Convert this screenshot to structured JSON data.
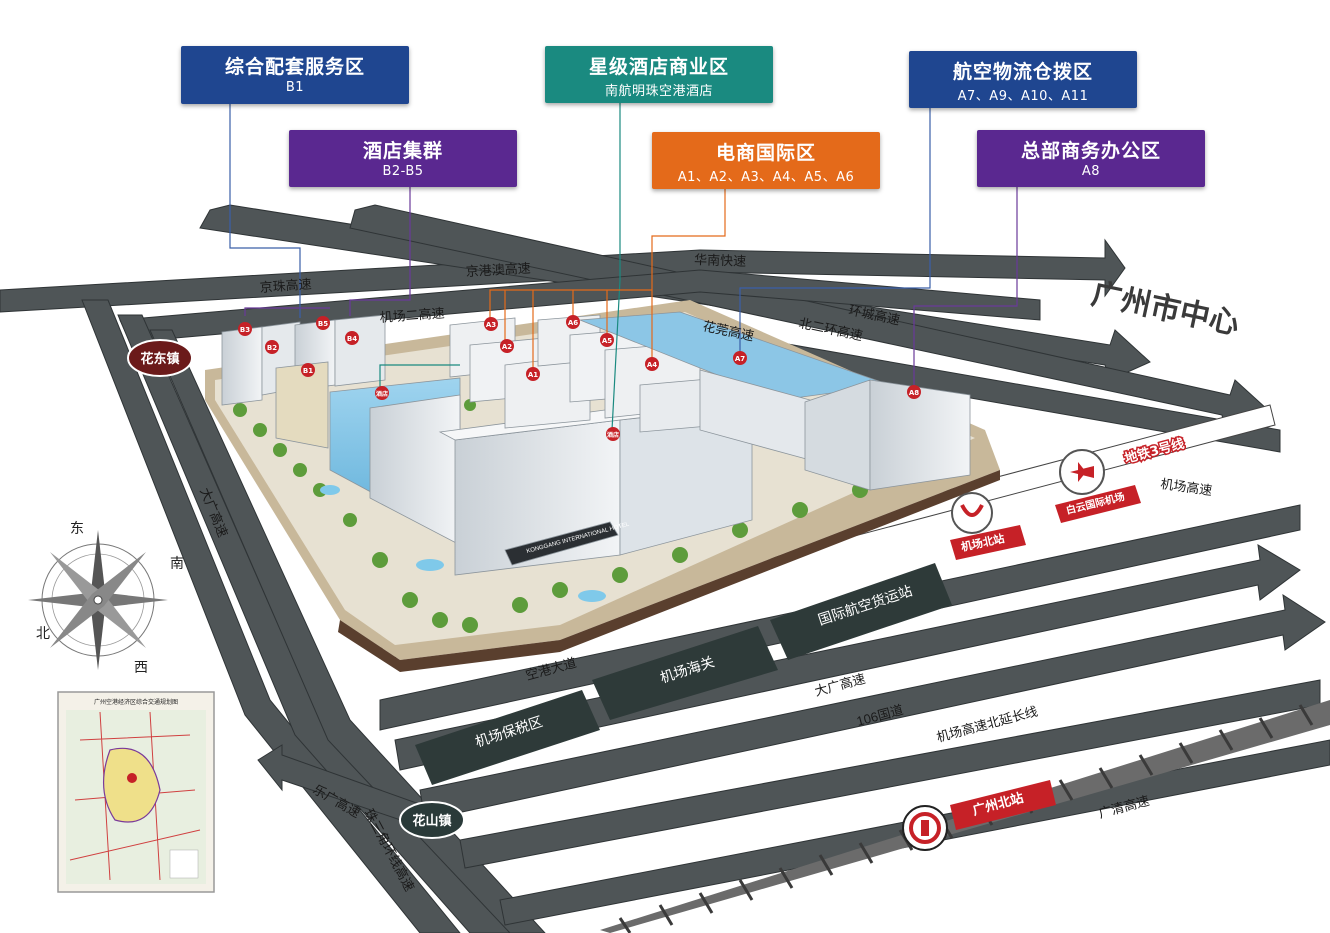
{
  "colors": {
    "road": "#4d5355",
    "road_edge": "#2f3436",
    "block": "#2e3a39",
    "blue_box": "#1f4690",
    "teal_box": "#1a8a80",
    "purple_box": "#5a2890",
    "orange_box": "#e46a1a",
    "marker_red": "#c62127",
    "town_badge": "#6b1a1a"
  },
  "zones": {
    "service": {
      "title": "综合配套服务区",
      "sub": "B1"
    },
    "star_hotel": {
      "title": "星级酒店商业区",
      "sub": "南航明珠空港酒店"
    },
    "logistics": {
      "title": "航空物流仓拨区",
      "sub": "A7、A9、A10、A11"
    },
    "hotel_group": {
      "title": "酒店集群",
      "sub": "B2-B5"
    },
    "ecommerce": {
      "title": "电商国际区",
      "sub": "A1、A2、A3、A4、A5、A6"
    },
    "hq_office": {
      "title": "总部商务办公区",
      "sub": "A8"
    }
  },
  "roads": {
    "jinggangao": "京港澳高速",
    "huanan": "华南快速",
    "jingzhu": "京珠高速",
    "jichang2": "机场二高速",
    "huancheng": "环城高速",
    "huaguan": "花莞高速",
    "beierhuan": "北二环高速",
    "metro3": "地铁3号线",
    "jichang": "机场高速",
    "dagunag_left": "大广高速",
    "konggang": "空港大道",
    "daguang": "大广高速",
    "g106": "106国道",
    "jichang_north": "机场高速北延长线",
    "leguang": "乐广高速",
    "zhusanjiao": "珠三角环线高速",
    "guangqing": "广清高速"
  },
  "places": {
    "city_center": "广州市中心",
    "huadong": "花东镇",
    "huashan": "花山镇",
    "airport_north": "机场北站",
    "baiyun": "白云国际机场",
    "guangzhou_north": "广州北站",
    "building_sign": "KONGGANG INTERNATIONAL HOTEL"
  },
  "blocks": {
    "cargo": "国际航空货运站",
    "customs": "机场海关",
    "bonded": "机场保税区"
  },
  "markers": [
    "B3",
    "B2",
    "B5",
    "B4",
    "B1",
    "A3",
    "A2",
    "A6",
    "A5",
    "A1",
    "A4",
    "A7",
    "A8",
    "酒店",
    "酒店"
  ],
  "compass": {
    "east": "东",
    "south": "南",
    "north": "北",
    "west": "西"
  },
  "inset_map": {
    "title": "广州空港经济区综合交通规划图"
  }
}
